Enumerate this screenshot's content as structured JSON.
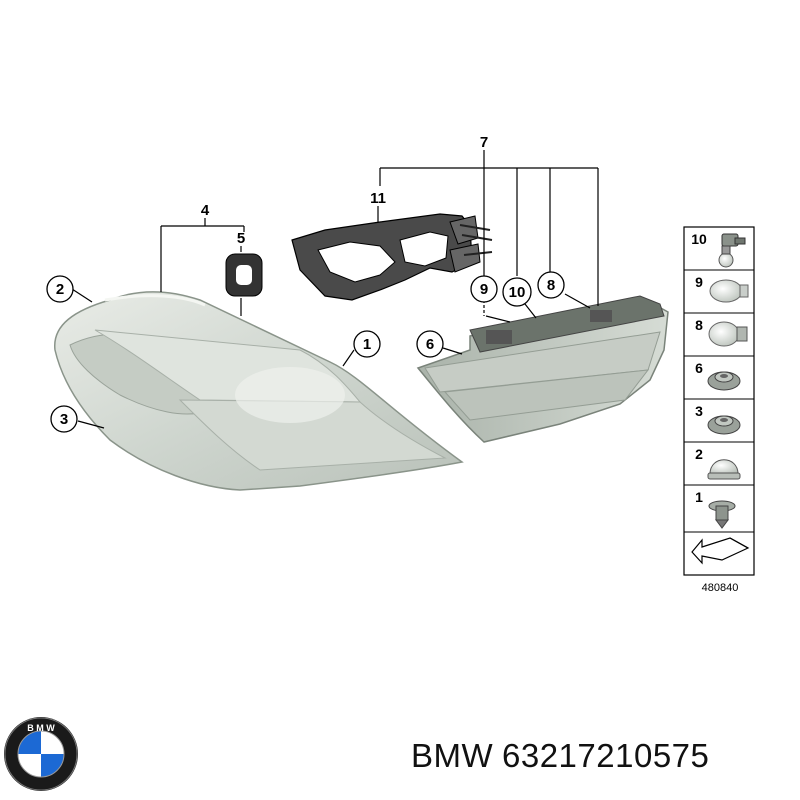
{
  "diagram": {
    "callouts": {
      "c1": "1",
      "c2": "2",
      "c3": "3",
      "c4": "4",
      "c5": "5",
      "c6": "6",
      "c7": "7",
      "c8": "8",
      "c9": "9",
      "c10": "10",
      "c11": "11"
    },
    "legend": {
      "items": [
        "10",
        "9",
        "8",
        "6",
        "3",
        "2",
        "1"
      ],
      "ref_code": "480840"
    }
  },
  "footer": {
    "brand": "BMW",
    "part_number": "63217210575",
    "logo_letters": "BMW",
    "colors": {
      "logo_blue": "#1c69d4",
      "logo_ring": "#1a1a1a"
    }
  }
}
